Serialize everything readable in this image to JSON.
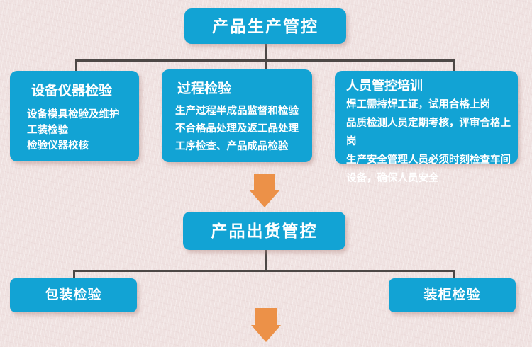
{
  "palette": {
    "box_blue": "#12a3d4",
    "arrow_orange": "#ec9148",
    "connector_dark": "#4d4846",
    "background_pink": "#efe1e0",
    "text_white": "#ffffff"
  },
  "flowchart": {
    "top_node": {
      "label": "产品生产管控"
    },
    "branches": [
      {
        "title": "设备仪器检验",
        "lines": [
          "设备模具检验及维护",
          "工装检验",
          "检验仪器校核"
        ]
      },
      {
        "title": "过程检验",
        "lines": [
          "生产过程半成品监督和检验",
          "不合格品处理及返工品处理",
          "工序检查、产品成品检验"
        ]
      },
      {
        "title": "人员管控培训",
        "lines": [
          "焊工需持焊工证，试用合格上岗",
          "品质检测人员定期考核，评审合格上岗",
          "生产安全管理人员必须时刻检查车间设备，确保人员安全"
        ]
      }
    ],
    "shipping_node": {
      "label": "产品出货管控"
    },
    "shipping_branches": [
      {
        "label": "包装检验"
      },
      {
        "label": "装柜检验"
      }
    ]
  }
}
